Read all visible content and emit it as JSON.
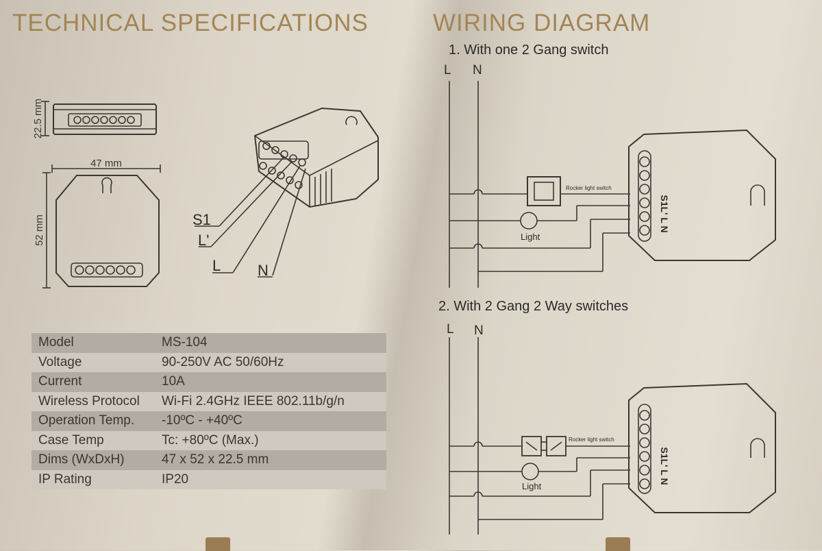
{
  "headings": {
    "technical": "TECHNICAL SPECIFICATIONS",
    "wiring": "WIRING DIAGRAM"
  },
  "dimensions": {
    "height": "22.5 mm",
    "width": "47 mm",
    "depth": "52 mm"
  },
  "terminal_callouts": {
    "s1": "S1",
    "l_prime": "L'",
    "l": "L",
    "n": "N"
  },
  "specs": [
    {
      "label": "Model",
      "value": "MS-104"
    },
    {
      "label": "Voltage",
      "value": "90-250V AC 50/60Hz"
    },
    {
      "label": "Current",
      "value": "10A"
    },
    {
      "label": "Wireless Protocol",
      "value": "Wi-Fi 2.4GHz IEEE 802.11b/g/n"
    },
    {
      "label": "Operation Temp.",
      "value": "-10ºC - +40ºC"
    },
    {
      "label": "Case Temp",
      "value": "Tc: +80ºC (Max.)"
    },
    {
      "label": "Dims (WxDxH)",
      "value": "47 x 52 x 22.5  mm"
    },
    {
      "label": "IP Rating",
      "value": "IP20"
    }
  ],
  "diagram1": {
    "caption": "1. With one 2 Gang switch",
    "line_label": "L",
    "neutral_label": "N",
    "switch_label": "Rocker light switch",
    "light_label": "Light",
    "terminal_label": "S1L' L N"
  },
  "diagram2": {
    "caption": "2. With 2 Gang 2 Way switches",
    "line_label": "L",
    "neutral_label": "N",
    "switch_label": "Rocker light switch",
    "light_label": "Light",
    "terminal_label": "S1L' L N"
  },
  "colors": {
    "heading": "#a38556",
    "ink": "#2e2a26",
    "table_dark": "#b3aca2",
    "table_light": "#cfc9bf"
  }
}
